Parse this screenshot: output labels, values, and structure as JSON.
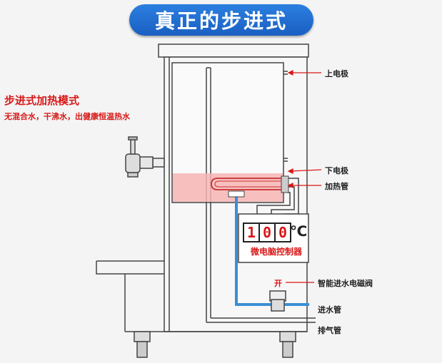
{
  "banner": {
    "title": "真正的步进式"
  },
  "mode": {
    "title": "步进式加热模式",
    "subtitle": "无混合水，干沸水，出健康恒温热水"
  },
  "labels": {
    "upper_electrode": "上电极",
    "lower_electrode": "下电极",
    "heating_tube": "加热管",
    "valve_open": "开",
    "solenoid_valve": "智能进水电磁阀",
    "inlet_pipe": "进水管",
    "exhaust_pipe": "排气管"
  },
  "controller": {
    "digits": [
      "1",
      "0",
      "0"
    ],
    "unit": "℃",
    "label": "微电脑控制器"
  },
  "colors": {
    "accent_red": "#d81818",
    "banner_blue": "#1f6fd6",
    "pipe_blue": "#3a8fd6",
    "heating_pink": "#f7b4b4"
  }
}
